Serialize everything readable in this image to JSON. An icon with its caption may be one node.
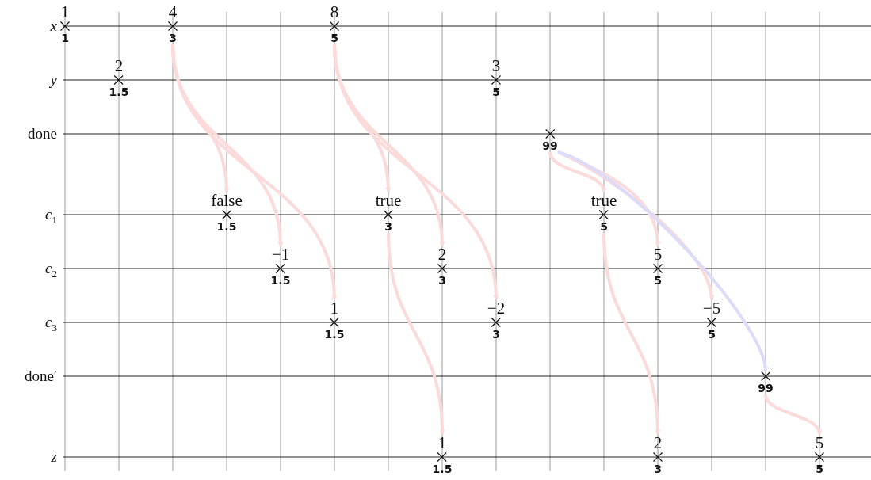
{
  "diagram": {
    "nodes": [
      {
        "text": [
          "1",
          "1"
        ]
      },
      {
        "text": [
          "2",
          "1.5"
        ]
      },
      {
        "text": [
          "4",
          "3"
        ]
      },
      {
        "text": [
          "8",
          "5"
        ]
      },
      {
        "text": [
          "3",
          "5"
        ]
      },
      {
        "text": [
          "99"
        ]
      },
      {
        "text": [
          "false",
          "1.5"
        ]
      },
      {
        "text": [
          "−1",
          "1.5"
        ]
      },
      {
        "text": [
          "1",
          "1.5"
        ]
      },
      {
        "text": [
          "true",
          "3"
        ]
      },
      {
        "text": [
          "2",
          "3"
        ]
      },
      {
        "text": [
          "−2",
          "3"
        ]
      },
      {
        "text": [
          "true",
          "5"
        ]
      },
      {
        "text": [
          "5",
          "5"
        ]
      },
      {
        "text": [
          "−5",
          "5"
        ]
      },
      {
        "text": [
          "99"
        ]
      },
      {
        "text": [
          "1",
          "1.5"
        ]
      },
      {
        "text": [
          "2",
          "3"
        ]
      },
      {
        "text": [
          "5",
          "5"
        ]
      }
    ],
    "edges": [
      {
        "from": 2,
        "to": 6,
        "arrow": "to"
      },
      {
        "from": 2,
        "to": 7,
        "arrow": "to"
      },
      {
        "from": 2,
        "to": 8,
        "arrow": "to"
      },
      {
        "from": 3,
        "to": 9,
        "arrow": "to"
      },
      {
        "from": 3,
        "to": 10,
        "arrow": "to"
      },
      {
        "from": 3,
        "to": 11,
        "arrow": "to"
      },
      {
        "from": 9,
        "to": 16,
        "arrow": "to"
      },
      {
        "from": 5,
        "to": 12,
        "arrow": "to"
      },
      {
        "from": 5,
        "to": 13,
        "arrow": "to"
      },
      {
        "from": 5,
        "to": 14,
        "arrow": "to"
      },
      {
        "from": 5,
        "to": 15,
        "arrow": "to",
        "color": "#dcdcfa"
      },
      {
        "from": 12,
        "to": 17,
        "arrow": "to"
      },
      {
        "from": 15,
        "to": 18,
        "arrow": "to"
      }
    ],
    "labels": [
      "x",
      "y",
      "done",
      "*c*$_{1}$",
      "*c*$_{2}$",
      "*c*$_{3}$",
      "done′",
      "z"
    ]
  }
}
